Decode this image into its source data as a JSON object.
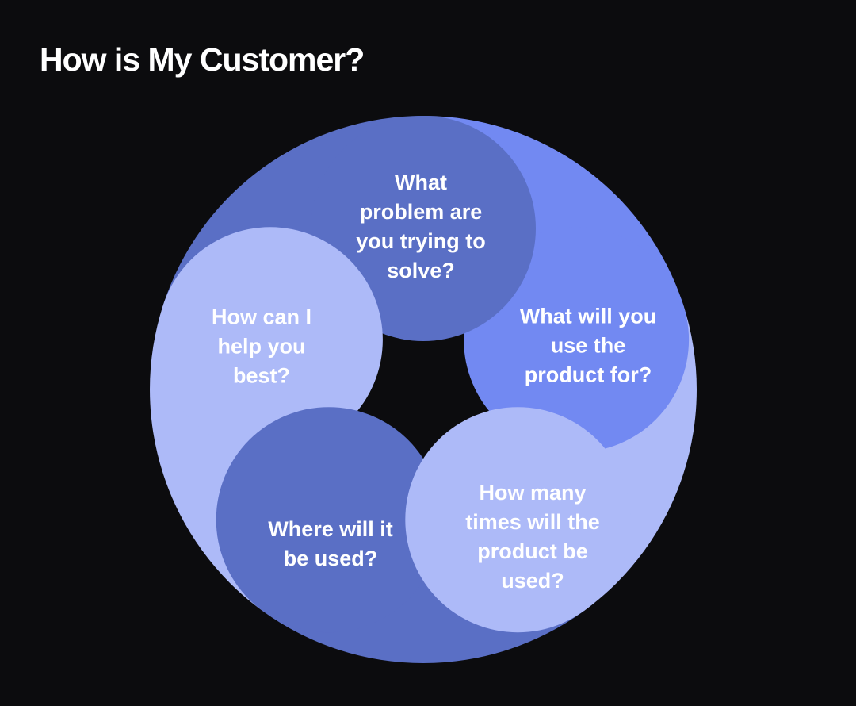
{
  "title": "How is My Customer?",
  "colors": {
    "background": "#0c0c0e",
    "text": "#ffffff",
    "slate_blue": "#5a6fc5",
    "bright_blue": "#7289f2",
    "lavender": "#adbaf8"
  },
  "bubbles": [
    {
      "id": "top",
      "label": "What\nproblem are\nyou trying to\nsolve?",
      "color": "#5a6fc5"
    },
    {
      "id": "right",
      "label": "What will you\nuse the\nproduct for?",
      "color": "#7289f2"
    },
    {
      "id": "bottom-right",
      "label": "How many\ntimes will the\nproduct be\nused?",
      "color": "#adbaf8"
    },
    {
      "id": "bottom-left",
      "label": "Where will it\nbe used?",
      "color": "#5a6fc5"
    },
    {
      "id": "left",
      "label": "How can I\nhelp you\nbest?",
      "color": "#adbaf8"
    }
  ]
}
